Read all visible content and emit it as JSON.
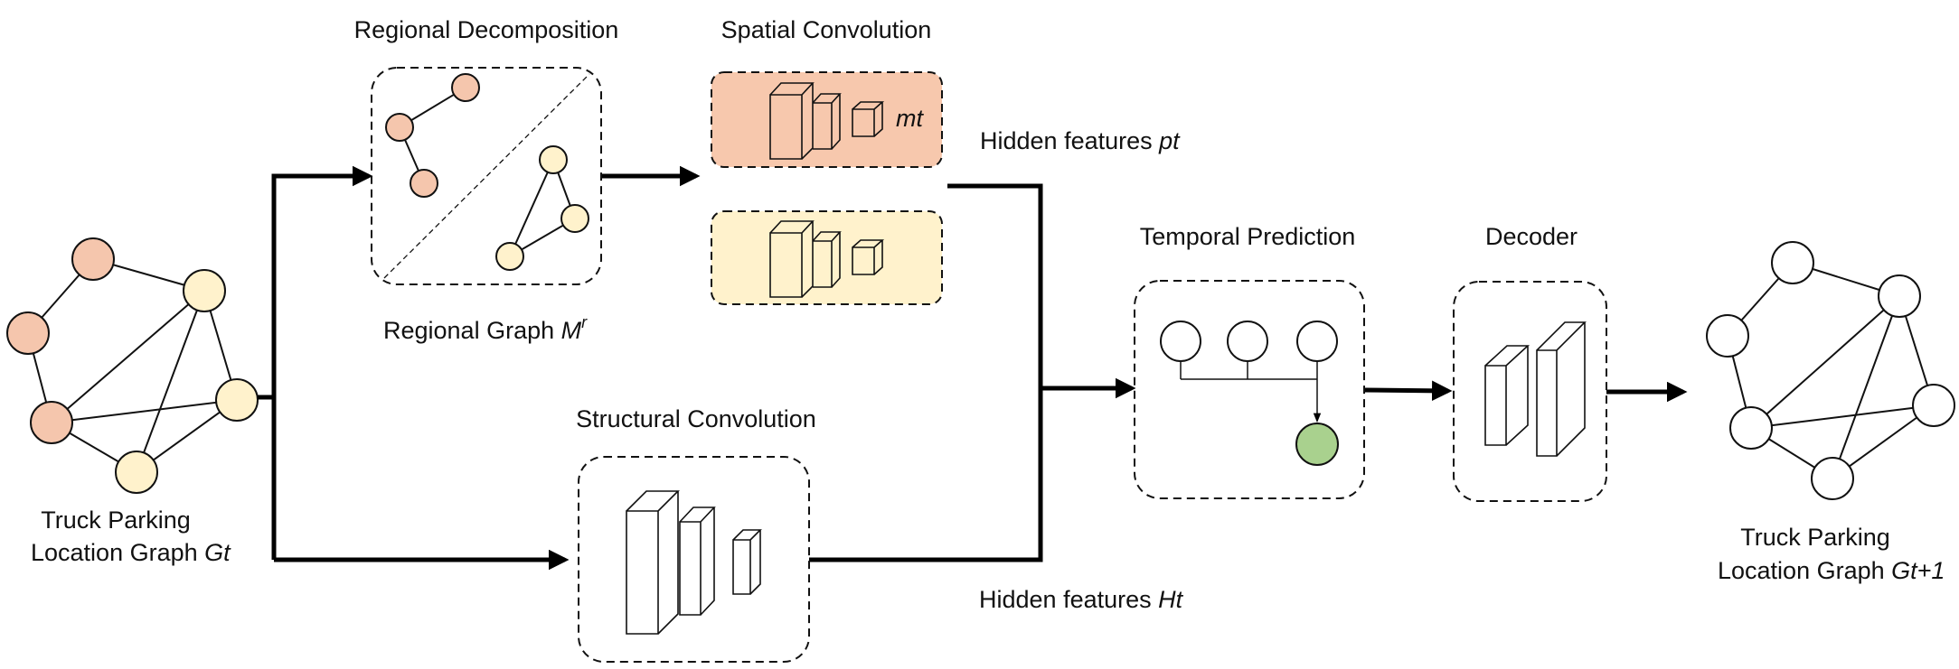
{
  "colors": {
    "node_orange": "#f5c6ad",
    "node_yellow": "#fff2cc",
    "node_white": "#ffffff",
    "node_green": "#a9d18e",
    "orange_block": "#f7c8ad",
    "yellow_block": "#fff2cc"
  },
  "labels": {
    "regional_title": "Regional Decomposition",
    "regional_graph": "Regional Graph ",
    "regional_graph_sym": "M",
    "regional_graph_sup": "r",
    "spatial_title": "Spatial Convolution",
    "mt_label": "mt",
    "hidden_p": "Hidden features ",
    "hidden_p_sym": "pt",
    "structural_title": "Structural Convolution",
    "hidden_h": "Hidden features ",
    "hidden_h_sym": "Ht",
    "temporal_title": "Temporal Prediction",
    "decoder_title": "Decoder",
    "input_line1": "Truck Parking",
    "input_line2": "Location Graph ",
    "input_sym": "Gt",
    "output_line1": "Truck Parking",
    "output_line2": "Location Graph ",
    "output_sym": "Gt+1"
  },
  "icons": {
    "input_graph": "graph-icon",
    "output_graph": "graph-icon",
    "cnn": "cnn-blocks-icon",
    "arrow": "arrow-right-icon"
  }
}
